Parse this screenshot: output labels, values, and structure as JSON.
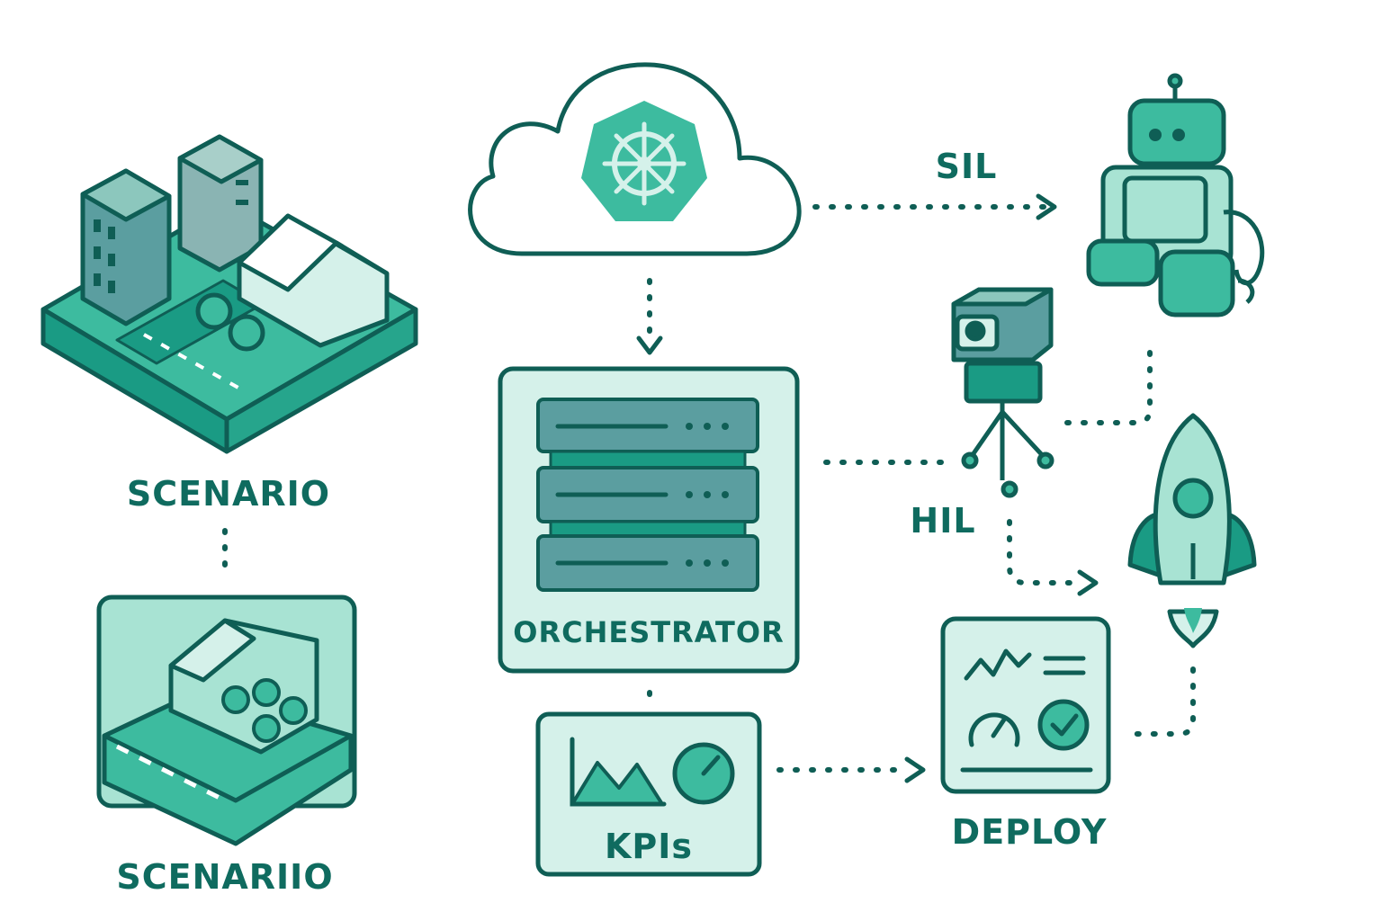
{
  "labels": {
    "scenario_top": "SCENARIO",
    "scenario_bottom": "SCENARIIO",
    "orchestrator": "ORCHESTRATOR",
    "kpis": "KPIs",
    "sil": "SIL",
    "hil": "HIL",
    "deploy": "DEPLOY"
  },
  "icons": [
    "kubernetes-icon",
    "cloud-icon",
    "server-icon",
    "city-icon",
    "greenhouse-icon",
    "robot-icon",
    "camera-icon",
    "rocket-icon",
    "dashboard-icon",
    "chart-icon",
    "gauge-icon"
  ],
  "colors": {
    "stroke": "#0f5e55",
    "teal_dark": "#1a9b84",
    "teal_mid": "#3dbb9f",
    "teal_light": "#a8e3d3",
    "teal_pale": "#d5f1ea",
    "slate": "#5b9ea0",
    "text": "#0f6b5f"
  }
}
